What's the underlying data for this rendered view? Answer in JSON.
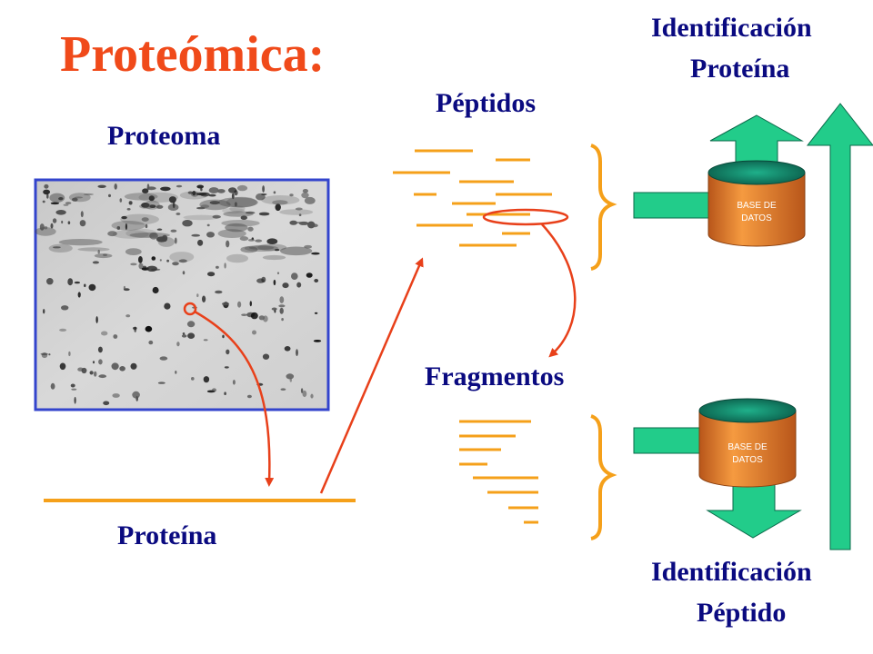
{
  "title": "Proteómica:",
  "labels": {
    "proteoma": "Proteoma",
    "proteina": "Proteína",
    "peptidos": "Péptidos",
    "fragmentos": "Fragmentos",
    "id_proteina_line1": "Identificación",
    "id_proteina_line2": "Proteína",
    "id_peptido_line1": "Identificación",
    "id_peptido_line2": "Péptido"
  },
  "databases": {
    "top": {
      "line1": "BASE DE",
      "line2": "DATOS"
    },
    "bottom": {
      "line1": "BASE DE",
      "line2": "DATOS"
    }
  },
  "colors": {
    "title": "#f04a1a",
    "label": "#0a0a80",
    "fragment_line": "#f5a01a",
    "arrow_red": "#e8401a",
    "arrow_green": "#22cc8a",
    "gel_border": "#3344cc",
    "db_body": "#f08a30",
    "db_top": "#108a70"
  }
}
